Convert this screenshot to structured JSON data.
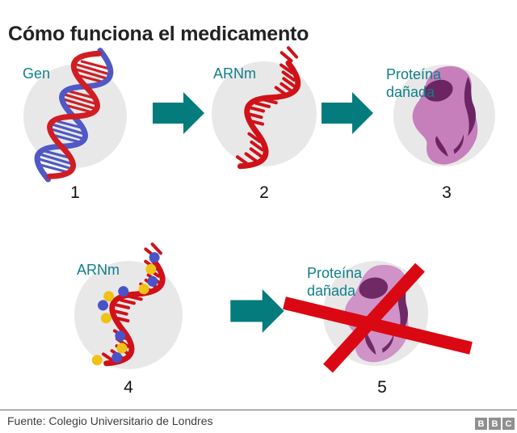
{
  "title": "Cómo funciona el medicamento",
  "steps": [
    {
      "number": "1",
      "label": "Gen",
      "icon": "dna-double-helix"
    },
    {
      "number": "2",
      "label": "ARNm",
      "icon": "mrna-strand"
    },
    {
      "number": "3",
      "label": "Proteína dañada",
      "icon": "damaged-protein"
    },
    {
      "number": "4",
      "label": "ARNm",
      "icon": "mrna-strand-with-nucleotides"
    },
    {
      "number": "5",
      "label": "Proteína dañada",
      "icon": "damaged-protein-crossed-out"
    }
  ],
  "colors": {
    "arrow_teal": "#047c7d",
    "label_teal": "#0f7f8a",
    "circle_gray": "#e8e8e8",
    "dna_red": "#d01d24",
    "dna_blue": "#4f58c4",
    "rna_red": "#d01118",
    "nucleotide_blue": "#4953c8",
    "nucleotide_yellow": "#f0c117",
    "protein_pink": "#c77fbc",
    "protein_pink_light": "#cf93c8",
    "protein_dark": "#6b2563",
    "cross_red": "#da0812"
  },
  "footer": {
    "source": "Fuente: Colegio Universitario de Londres",
    "logo_letters": [
      "B",
      "B",
      "C"
    ]
  }
}
